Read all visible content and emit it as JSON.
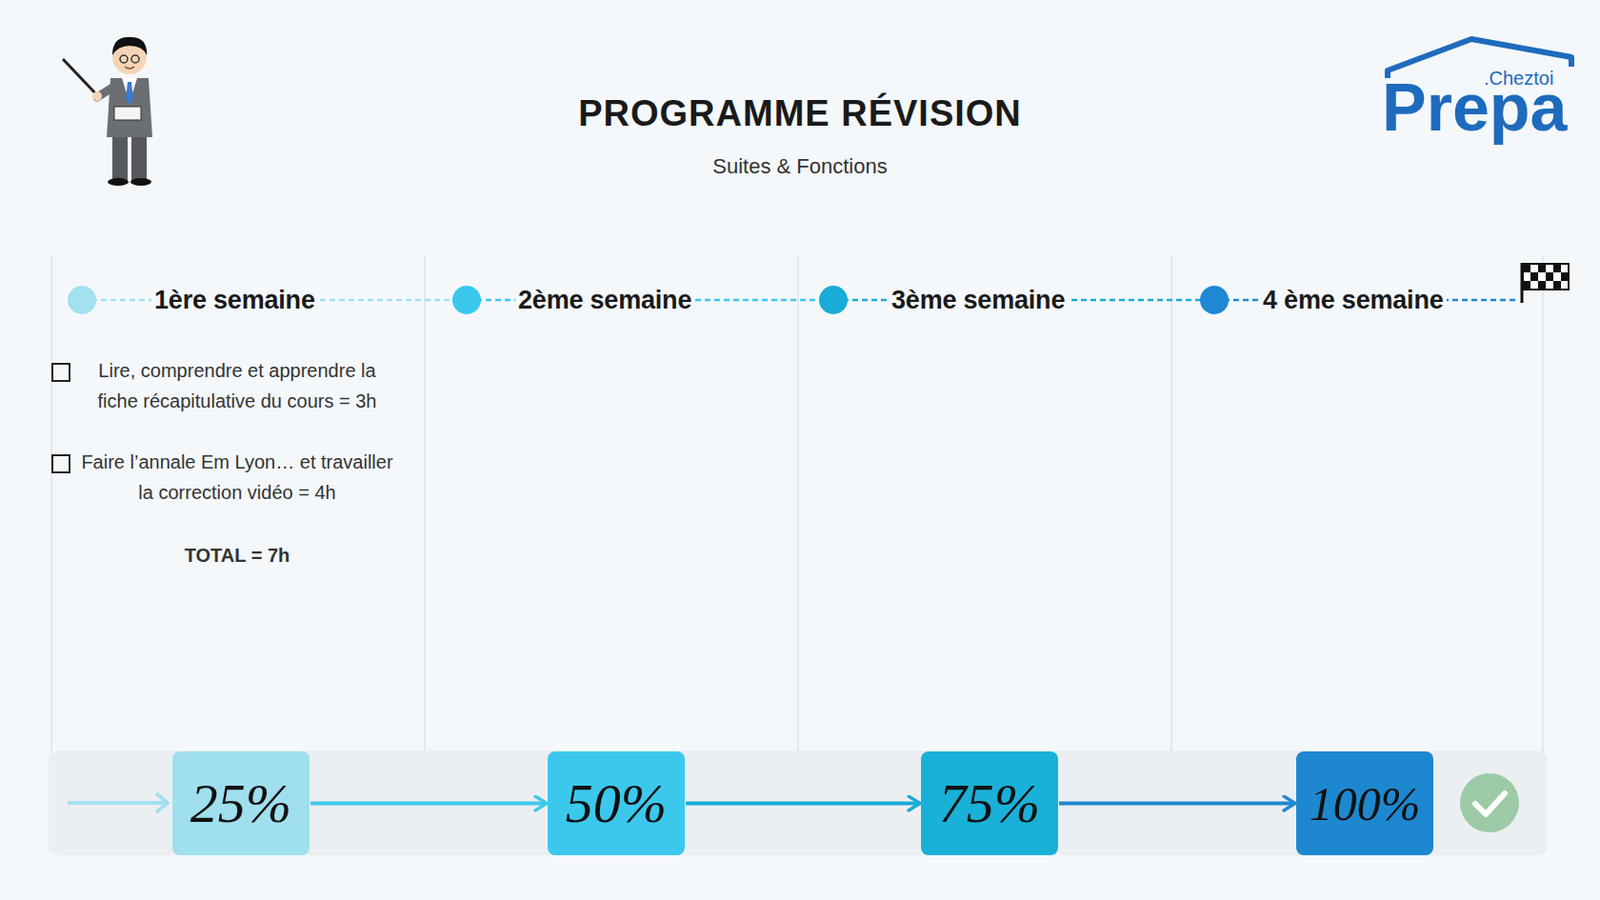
{
  "diagram": {
    "title": "PROGRAMME RÉVISION",
    "caption": "Suites & Fonctions",
    "nodes": [
      {
        "text": [
          "1ère semaine",
          "Lire, comprendre et apprendre la fiche récapitulative du cours = 3h",
          "Faire l’annale Em Lyon… et travailler la correction vidéo = 4h",
          "TOTAL = 7h"
        ]
      },
      {
        "text": [
          "2ème semaine"
        ]
      },
      {
        "text": [
          "3ème semaine"
        ]
      },
      {
        "text": [
          "4 ème semaine"
        ]
      },
      {
        "text": [
          "25%"
        ]
      },
      {
        "text": [
          "50%"
        ]
      },
      {
        "text": [
          "75%"
        ]
      },
      {
        "text": [
          "100%"
        ]
      }
    ],
    "edges": [
      {
        "from": 4,
        "to": 5,
        "arrow": "to"
      },
      {
        "from": 5,
        "to": 6,
        "arrow": "to"
      },
      {
        "from": 6,
        "to": 7,
        "arrow": "to"
      }
    ],
    "labels": [
      ".Cheztoi",
      "Prepa"
    ]
  }
}
